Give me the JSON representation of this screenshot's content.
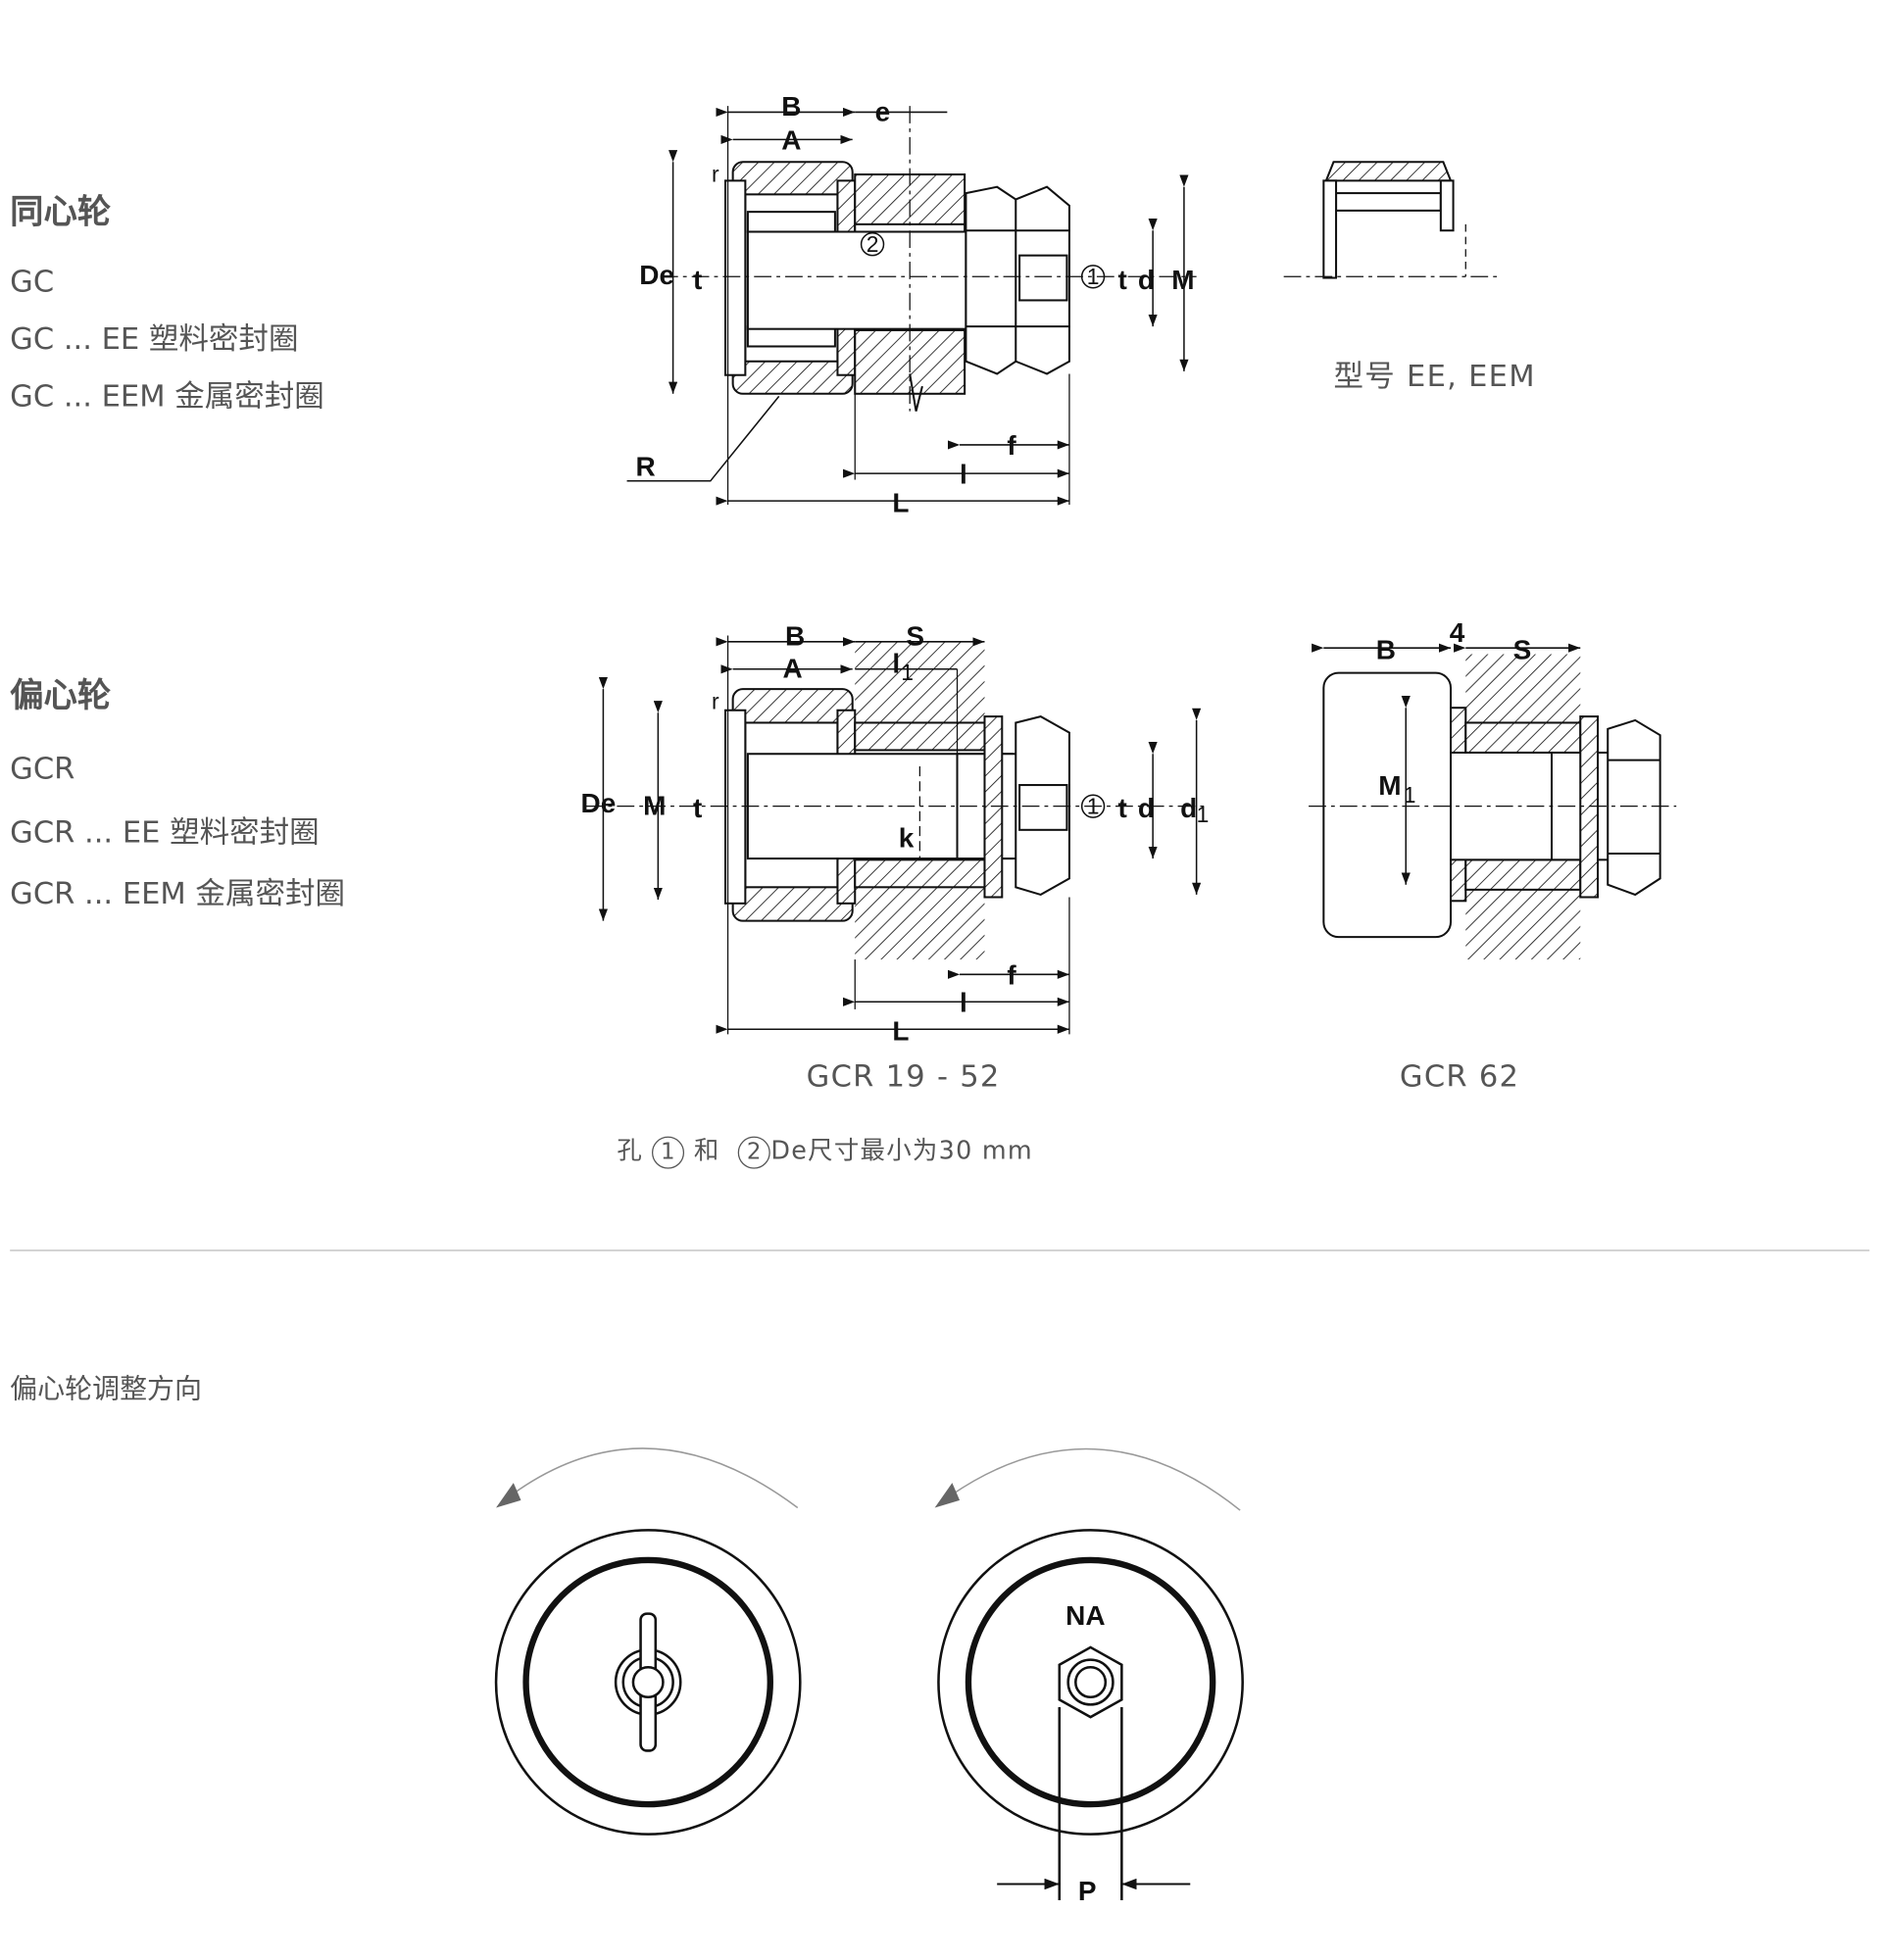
{
  "concentric": {
    "title": "同心轮",
    "items": [
      "GC",
      "GC ... EE 塑料密封圈",
      "GC ... EEM 金属密封圈"
    ],
    "labels": {
      "B": "B",
      "A": "A",
      "e": "e",
      "r": "r",
      "De": "De",
      "t": "t",
      "hole2": "2",
      "hole1": "1",
      "t2": "t",
      "d": "d",
      "M": "M",
      "R": "R",
      "f": "f",
      "l": "l",
      "L": "L"
    },
    "seal_caption": "型号 EE, EEM"
  },
  "eccentric": {
    "title": "偏心轮",
    "items": [
      "GCR",
      "GCR ... EE 塑料密封圈",
      "GCR ... EEM 金属密封圈"
    ],
    "labels": {
      "B": "B",
      "A": "A",
      "S": "S",
      "l1": "l",
      "l1_sub": "1",
      "r": "r",
      "De": "De",
      "M": "M",
      "t": "t",
      "k": "k",
      "hole1": "1",
      "t2": "t",
      "d": "d",
      "d1": "d",
      "d1_sub": "1",
      "f": "f",
      "l": "l",
      "L": "L"
    },
    "gcr62_labels": {
      "B": "B",
      "four": "4",
      "S": "S",
      "M1": "M",
      "M1_sub": "1"
    },
    "caption_left": "GCR 19 - 52",
    "caption_right": "GCR 62",
    "note": {
      "prefix": "孔",
      "one": "1",
      "mid": "和",
      "two": "2",
      "suffix": "De尺寸最小为30 mm"
    }
  },
  "adjust": {
    "title": "偏心轮调整方向",
    "labels": {
      "NA": "NA",
      "P": "P"
    }
  }
}
